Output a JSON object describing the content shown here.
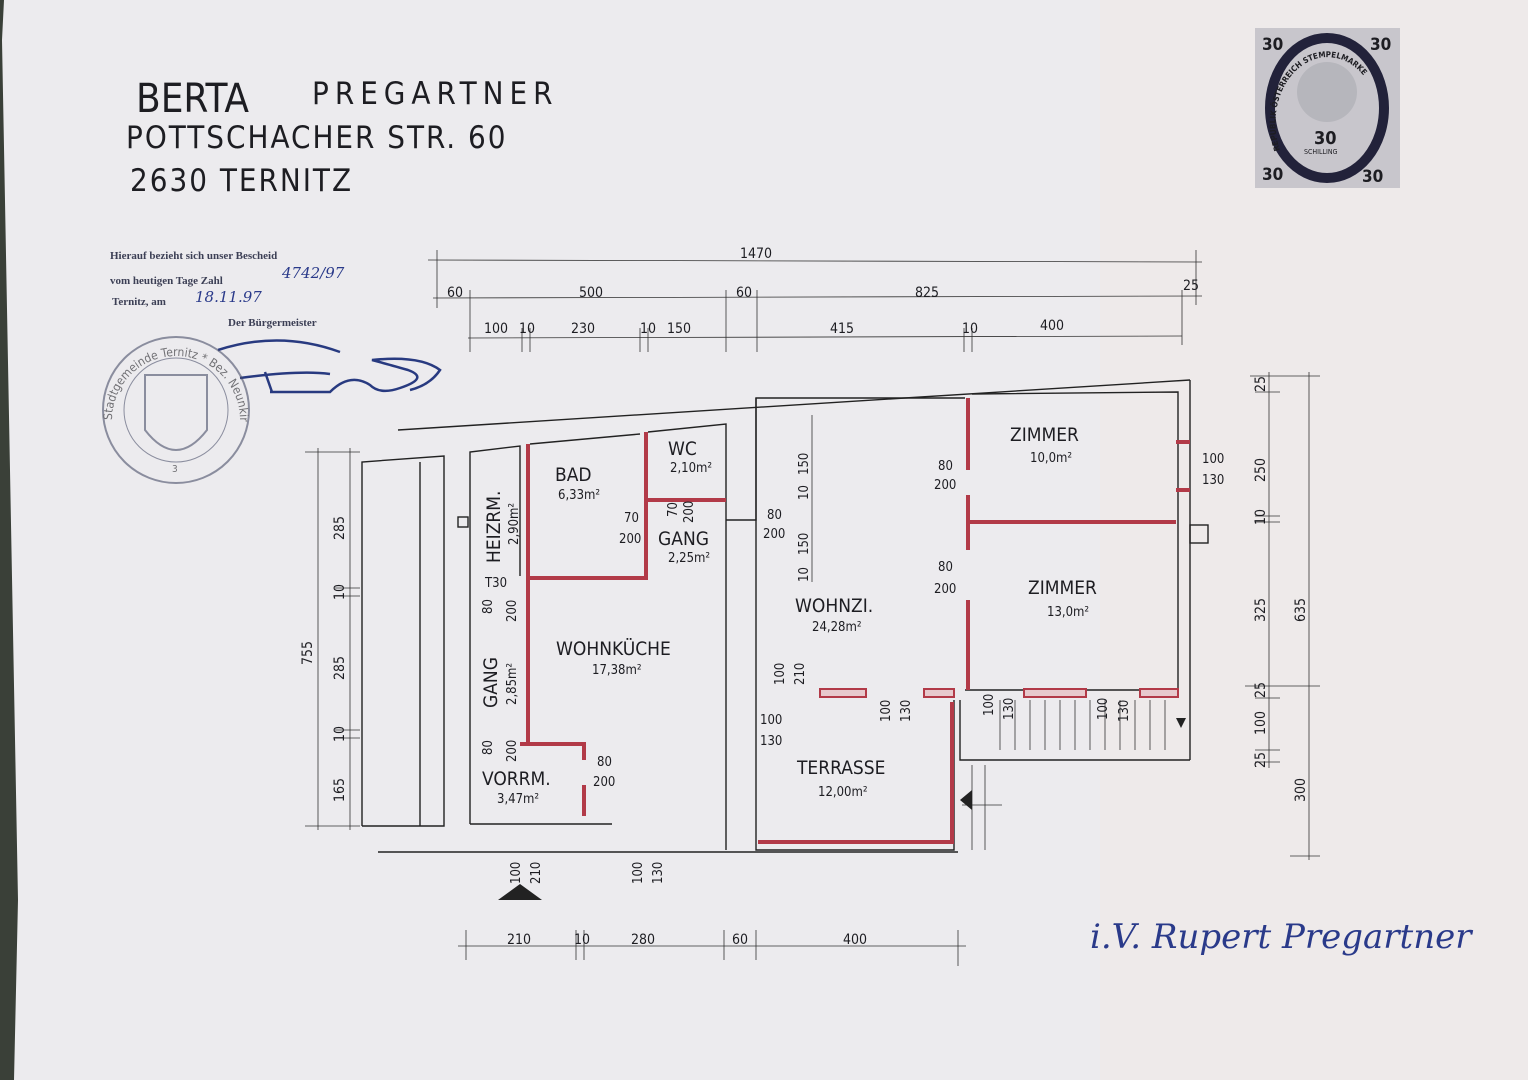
{
  "header": {
    "first_name": "BERTA",
    "last_name": "PREGARTNER",
    "street": "POTTSCHACHER STR. 60",
    "city": "2630 TERNITZ"
  },
  "approval_stamp": {
    "line1": "Hierauf bezieht sich unser Bescheid",
    "line2_label": "vom heutigen Tage Zahl",
    "line2_value": "4742/97",
    "line3_label": "Ternitz, am",
    "line3_value": "18.11.97",
    "line4": "Der Bürgermeister",
    "seal_text": "Stadtgemeinde Ternitz * Bez. Neunkirchen, NÖ. *",
    "seal_number": "3"
  },
  "revenue_stamp": {
    "corner_value": "30",
    "ring_text": "REPUBLIK ÖSTERREICH STEMPELMARKE",
    "center_value": "30",
    "currency": "SCHILLING"
  },
  "rooms": [
    {
      "name": "BAD",
      "area": "6,33m²"
    },
    {
      "name": "WC",
      "area": "2,10m²"
    },
    {
      "name": "GANG",
      "area": "2,25m²"
    },
    {
      "name": "HEIZRM.",
      "area": "2,90m²"
    },
    {
      "name": "GANG",
      "area": "2,85m²"
    },
    {
      "name": "WOHNKÜCHE",
      "area": "17,38m²"
    },
    {
      "name": "VORRM.",
      "area": "3,47m²"
    },
    {
      "name": "WOHNZI.",
      "area": "24,28m²"
    },
    {
      "name": "ZIMMER",
      "area": "10,0m²"
    },
    {
      "name": "ZIMMER",
      "area": "13,0m²"
    },
    {
      "name": "TERRASSE",
      "area": "12,00m²"
    }
  ],
  "dimensions": {
    "top_total": "1470",
    "top_row2": [
      "60",
      "500",
      "60",
      "825",
      "25"
    ],
    "top_row3": [
      "100",
      "10",
      "230",
      "10",
      "150",
      "415",
      "10",
      "400"
    ],
    "left_total": "755",
    "left_parts": [
      "285",
      "10",
      "285",
      "10",
      "165"
    ],
    "bottom": [
      "210",
      "10",
      "280",
      "60",
      "400"
    ],
    "right_parts": [
      "25",
      "250",
      "10",
      "325",
      "25",
      "100",
      "25"
    ],
    "right_totals": [
      "635",
      "300"
    ],
    "wohnzi_inner": [
      "150",
      "10",
      "150",
      "10"
    ]
  },
  "openings": [
    {
      "w": "70",
      "h": "200"
    },
    {
      "w": "70",
      "h": "200"
    },
    {
      "w": "80",
      "h": "200"
    },
    {
      "w": "80",
      "h": "200"
    },
    {
      "w": "80",
      "h": "200"
    },
    {
      "w": "80",
      "h": "200"
    },
    {
      "w": "80",
      "h": "200"
    },
    {
      "w": "100",
      "h": "130"
    },
    {
      "w": "100",
      "h": "210"
    },
    {
      "w": "100",
      "h": "130"
    },
    {
      "w": "100",
      "h": "130"
    },
    {
      "w": "100",
      "h": "130"
    },
    {
      "w": "100",
      "h": "130"
    },
    {
      "w": "100",
      "h": "210"
    },
    {
      "w": "100",
      "h": "130"
    },
    {
      "w": "80",
      "h": "200"
    }
  ],
  "door_t30": "T30",
  "signature": "i.V. Rupert Pregartner"
}
